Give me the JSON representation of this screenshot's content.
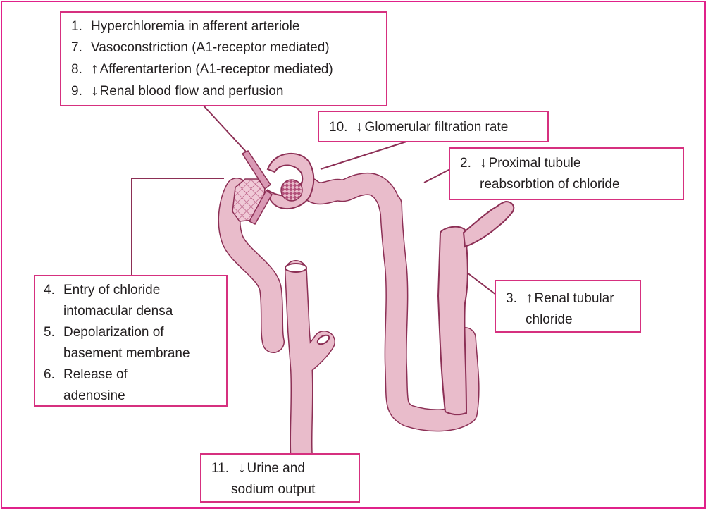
{
  "colors": {
    "frame": "#e0218a",
    "box_border": "#d6307f",
    "tubule_fill": "#e9bccb",
    "tubule_stroke": "#8c2f55",
    "leader_line": "#8c2f55"
  },
  "icons": {
    "increase": "up-arrow-icon",
    "decrease": "down-arrow-icon"
  },
  "arrows": {
    "up": "↑",
    "down": "↓"
  },
  "labels": {
    "box_top": [
      {
        "num": "1.",
        "arrow": "",
        "text": "Hyperchloremia in afferent arteriole"
      },
      {
        "num": "7.",
        "arrow": "",
        "text": "Vasoconstriction (A1-receptor mediated)"
      },
      {
        "num": "8.",
        "arrow": "up",
        "text": "Afferentarterion (A1-receptor mediated)"
      },
      {
        "num": "9.",
        "arrow": "down",
        "text": "Renal blood flow and perfusion"
      }
    ],
    "box_gfr": [
      {
        "num": "10.",
        "arrow": "down",
        "text": "Glomerular filtration rate"
      }
    ],
    "box_proximal": [
      {
        "num": "2.",
        "arrow": "down",
        "text": "Proximal tubule"
      },
      {
        "num": "",
        "arrow": "",
        "text": "reabsorbtion of chloride"
      }
    ],
    "box_macula": [
      {
        "num": "4.",
        "arrow": "",
        "text": "Entry of chloride"
      },
      {
        "num": "",
        "arrow": "",
        "text": "intomacular densa"
      },
      {
        "num": "5.",
        "arrow": "",
        "text": "Depolarization of"
      },
      {
        "num": "",
        "arrow": "",
        "text": "basement membrane"
      },
      {
        "num": "6.",
        "arrow": "",
        "text": "Release of"
      },
      {
        "num": "",
        "arrow": "",
        "text": "adenosine"
      }
    ],
    "box_tubular": [
      {
        "num": "3.",
        "arrow": "up",
        "text": "Renal tubular"
      },
      {
        "num": "",
        "arrow": "",
        "text": "chloride"
      }
    ],
    "box_urine": [
      {
        "num": "11.",
        "arrow": "down",
        "text": "Urine and"
      },
      {
        "num": "",
        "arrow": "",
        "text": "sodium output"
      }
    ]
  }
}
